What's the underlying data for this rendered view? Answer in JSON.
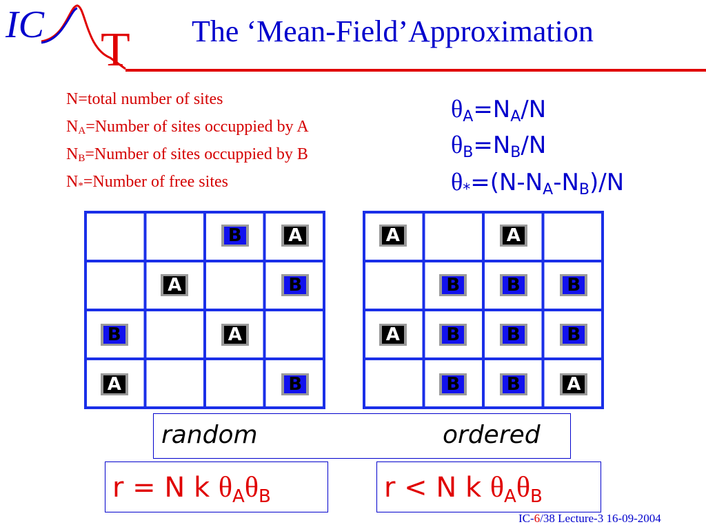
{
  "header": {
    "logo_left": "IC",
    "logo_right": "T",
    "title": "The ‘Mean-Field’Approximation"
  },
  "definitions": [
    {
      "symbol": "N",
      "sub": "",
      "text": "=total number of sites"
    },
    {
      "symbol": "N",
      "sub": "A",
      "text": "=Number of sites occuppied by A"
    },
    {
      "symbol": "N",
      "sub": "B",
      "text": "=Number of sites occuppied by B"
    },
    {
      "symbol": "N",
      "sub": "*",
      "text": "=Number of  free sites"
    }
  ],
  "formulas": [
    {
      "greek": "θ",
      "sub": "A",
      "p1": "=N",
      "s1": "A",
      "p2": "/N"
    },
    {
      "greek": "θ",
      "sub": "B",
      "p1": "=N",
      "s1": "B",
      "p2": "/N"
    },
    {
      "greek": "θ",
      "sub": "*",
      "p1": "=(N-N",
      "s1": "A",
      "p2": "-N",
      "s2": "B",
      "p3": ")/N"
    }
  ],
  "grids": {
    "random": [
      [
        "",
        "",
        "B",
        "A"
      ],
      [
        "",
        "A",
        "",
        "B"
      ],
      [
        "B",
        "",
        "A",
        ""
      ],
      [
        "A",
        "",
        "",
        "B"
      ]
    ],
    "ordered": [
      [
        "A",
        "",
        "A",
        ""
      ],
      [
        "",
        "B",
        "B",
        "B"
      ],
      [
        "A",
        "B",
        "B",
        "B"
      ],
      [
        "",
        "B",
        "B",
        "A"
      ]
    ]
  },
  "labels": {
    "random": "random",
    "ordered": "ordered"
  },
  "rates": {
    "random": {
      "prefix": "r = N k ",
      "g1": "θ",
      "s1": "A",
      "g2": "θ",
      "s2": "B"
    },
    "ordered": {
      "prefix": "r < N k ",
      "g1": "θ",
      "s1": "A",
      "g2": "θ",
      "s2": "B"
    }
  },
  "footer": {
    "course": "IC-",
    "page": "6",
    "total": "/38",
    "rest": "  Lecture-3 16-09-2004"
  },
  "colors": {
    "title": "#0000cc",
    "definitions": "#d40000",
    "grid": "#1a2fe8",
    "rate": "#e00000"
  }
}
